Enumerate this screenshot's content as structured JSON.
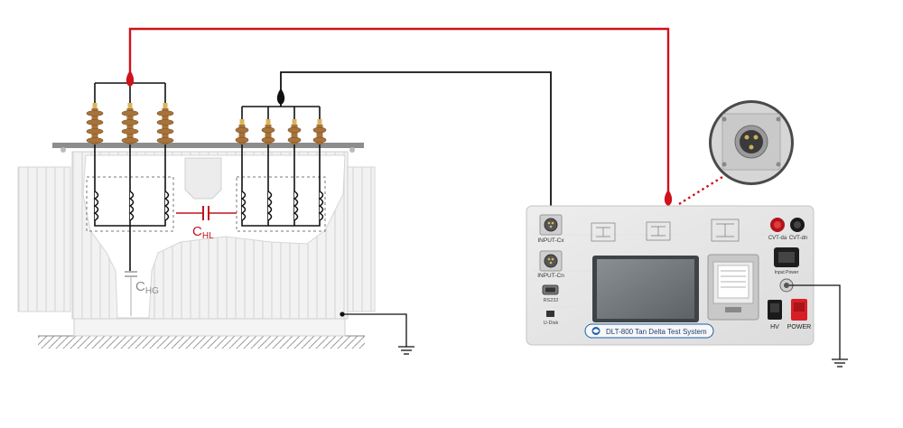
{
  "transformer": {
    "chl_label": "C",
    "chl_sub": "HL",
    "chg_label": "C",
    "chg_sub": "HG"
  },
  "instrument": {
    "model_title": "DLT-800  Tan Delta Test System",
    "port_input_cx": "INPUT-Cx",
    "port_input_cn": "INPUT-Cn",
    "port_rs232": "RS232",
    "port_udisk": "U-Disk",
    "port_cvt_da": "CVT-da",
    "port_cvt_dn": "CVT-dn",
    "input_power": "Input Power",
    "switch_hv": "HV",
    "switch_power": "POWER"
  },
  "colors": {
    "hv_lead": "#d0121b",
    "lv_lead": "#111111",
    "bushing": "#a8733a",
    "tank_fill": "#f3f3f3",
    "panel": "#e9e9e9",
    "screen": "#6f7478",
    "accent_blue": "#1f5fa8",
    "power_switch": "#d81f26"
  },
  "icons": [
    "ground-icon",
    "capacitor-icon",
    "xlr-connector-icon"
  ]
}
